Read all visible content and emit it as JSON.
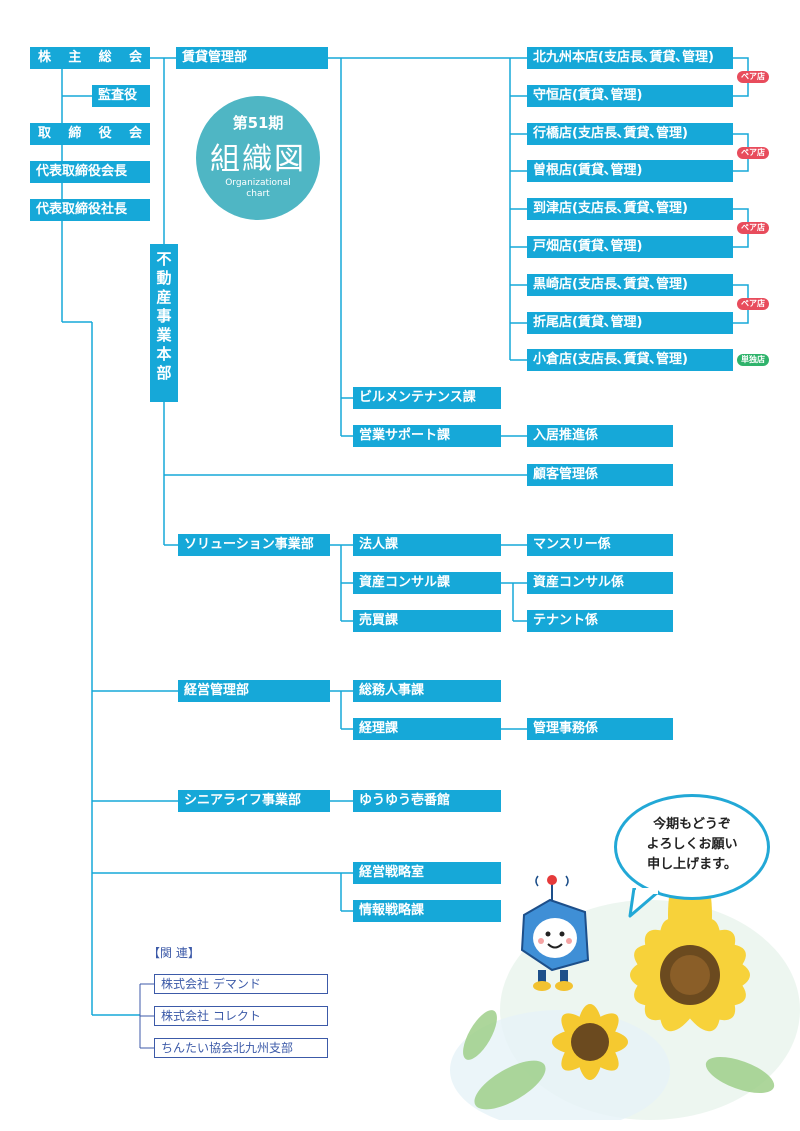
{
  "colors": {
    "box": "#16a8d8",
    "line": "#16a8d8",
    "pair_tag": "#e84c5c",
    "single_tag": "#2fb36b",
    "related": "#3c5aa8"
  },
  "top": {
    "shareholders": "株 主 総 会",
    "auditor": "監査役",
    "board": "取 締 役 会",
    "chairman": "代表取締役会長",
    "president": "代表取締役社長"
  },
  "circle": {
    "period": "第51期",
    "title": "組織図",
    "subtitle_line1": "Organizational",
    "subtitle_line2": "chart"
  },
  "real_estate_hq": [
    "不",
    "動",
    "産",
    "事",
    "業",
    "本",
    "部"
  ],
  "rental": {
    "name": "賃貸管理部",
    "branches": [
      "北九州本店(支店長､賃貸､管理)",
      "守恒店(賃貸､管理)",
      "行橋店(支店長､賃貸､管理)",
      "曽根店(賃貸､管理)",
      "到津店(支店長､賃貸､管理)",
      "戸畑店(賃貸､管理)",
      "黒崎店(支店長､賃貸､管理)",
      "折尾店(賃貸､管理)",
      "小倉店(支店長､賃貸､管理)"
    ],
    "pair_tag": "ペア店",
    "single_tag": "単独店",
    "building_maintenance": "ビルメンテナンス課",
    "sales_support": "営業サポート課",
    "move_in": "入居推進係"
  },
  "customer_mgmt": "顧客管理係",
  "solution": {
    "name": "ソリューション事業部",
    "corporate": "法人課",
    "monthly": "マンスリー係",
    "consult_section": "資産コンサル課",
    "consult_unit": "資産コンサル係",
    "sales": "売買課",
    "tenant": "テナント係"
  },
  "management": {
    "name": "経営管理部",
    "general_affairs": "総務人事課",
    "accounting": "経理課",
    "admin": "管理事務係"
  },
  "senior": {
    "name": "シニアライフ事業部",
    "facility": "ゆうゆう壱番館"
  },
  "strategy": {
    "office": "経営戦略室",
    "it": "情報戦略課"
  },
  "related": {
    "title": "【関 連】",
    "items": [
      "株式会社 デマンド",
      "株式会社 コレクト",
      "ちんたい協会北九州支部"
    ]
  },
  "bubble": {
    "line1": "今期もどうぞ",
    "line2": "よろしくお願い",
    "line3": "申し上げます。"
  }
}
